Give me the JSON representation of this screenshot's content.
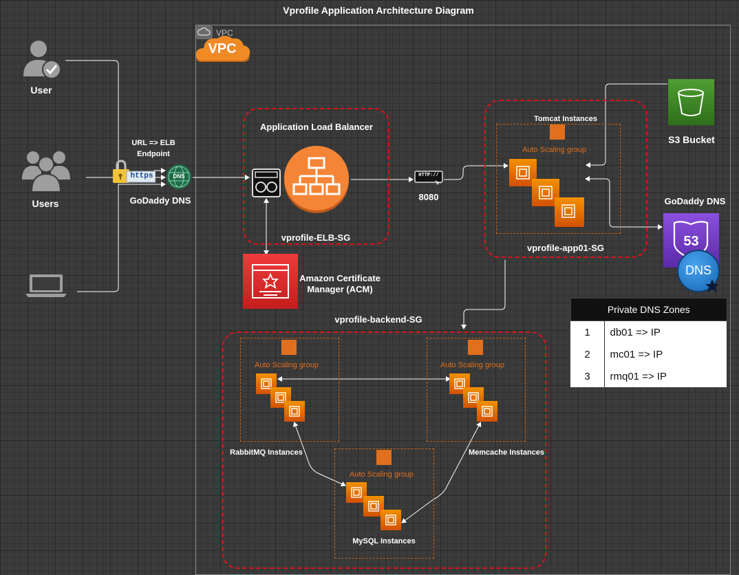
{
  "title": "Vprofile Application Architecture Diagram",
  "vpc": {
    "label": "VPC",
    "badge": "VPC"
  },
  "actors": {
    "user": "User",
    "users": "Users"
  },
  "endpoint": {
    "line1": "URL => ELB",
    "line2": "Endpoint",
    "https": "https",
    "dns_badge": "DNS"
  },
  "godaddy_left": "GoDaddy DNS",
  "alb": {
    "title": "Application Load Balancer",
    "sg": "vprofile-ELB-SG"
  },
  "acm": {
    "line1": "Amazon Certificate",
    "line2": "Manager (ACM)"
  },
  "port": {
    "badge": "HTTP://",
    "label": "8080"
  },
  "app": {
    "title": "Tomcat Instances",
    "asg": "Auto Scaling group",
    "sg": "vprofile-app01-SG"
  },
  "s3": {
    "label": "S3 Bucket"
  },
  "godaddy_right": {
    "label": "GoDaddy DNS",
    "route53": "53",
    "dns": "DNS"
  },
  "private_dns": {
    "header": "Private DNS Zones",
    "rows": [
      {
        "n": "1",
        "v": "db01 => IP"
      },
      {
        "n": "2",
        "v": "mc01 => IP"
      },
      {
        "n": "3",
        "v": "rmq01 => IP"
      }
    ]
  },
  "backend": {
    "sg": "vprofile-backend-SG",
    "rabbit": {
      "asg": "Auto Scaling group",
      "label": "RabbitMQ Instances"
    },
    "memcache": {
      "asg": "Auto Scaling group",
      "label": "Memcache Instances"
    },
    "mysql": {
      "asg": "Auto Scaling group",
      "label": "MySQL Instances"
    }
  },
  "colors": {
    "sg_border": "#e0101a",
    "ec2": "#e0701e",
    "alb": "#f58536",
    "acm": "#dd2c2c",
    "s3": "#3f8624",
    "route53": "#7b3fd1"
  }
}
